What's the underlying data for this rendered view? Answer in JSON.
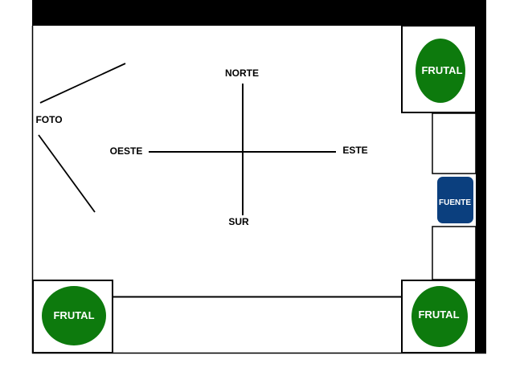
{
  "colors": {
    "border": "#000000",
    "background": "#ffffff",
    "tree_fill": "#0d7a0d",
    "fountain_fill": "#0b3f7e",
    "label_text": "#000000",
    "shape_text": "#ffffff"
  },
  "compass": {
    "north": "NORTE",
    "south": "SUR",
    "east": "ESTE",
    "west": "OESTE"
  },
  "photo": {
    "label": "FOTO"
  },
  "trees": {
    "top_right": "FRUTAL",
    "bottom_left": "FRUTAL",
    "bottom_right": "FRUTAL"
  },
  "fountain": {
    "label": "FUENTE"
  }
}
